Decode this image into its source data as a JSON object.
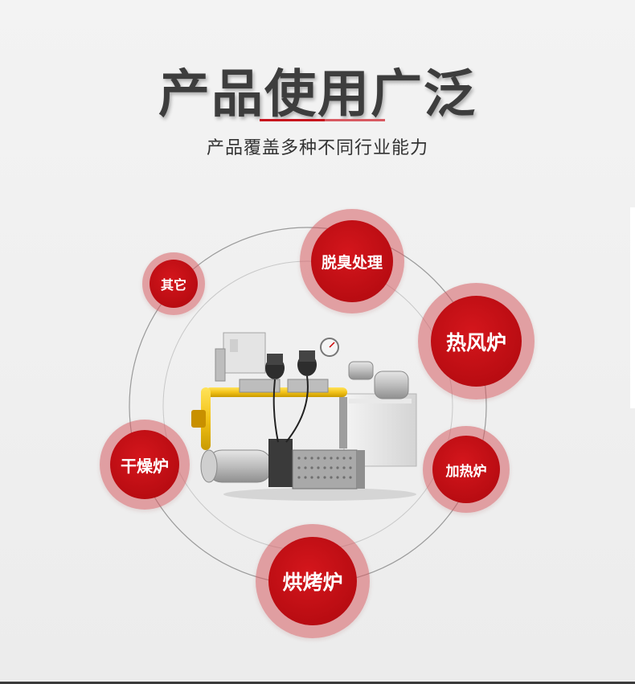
{
  "header": {
    "title": "产品使用广泛",
    "subtitle": "产品覆盖多种不同行业能力"
  },
  "applications": [
    {
      "label": "脱臭处理"
    },
    {
      "label": "热风炉"
    },
    {
      "label": "加热炉"
    },
    {
      "label": "烘烤炉"
    },
    {
      "label": "干燥炉"
    },
    {
      "label": "其它"
    }
  ],
  "colors": {
    "accent": "#c7101d",
    "bubble_halo": "#d65c62",
    "title_text": "#3d3d3d"
  }
}
